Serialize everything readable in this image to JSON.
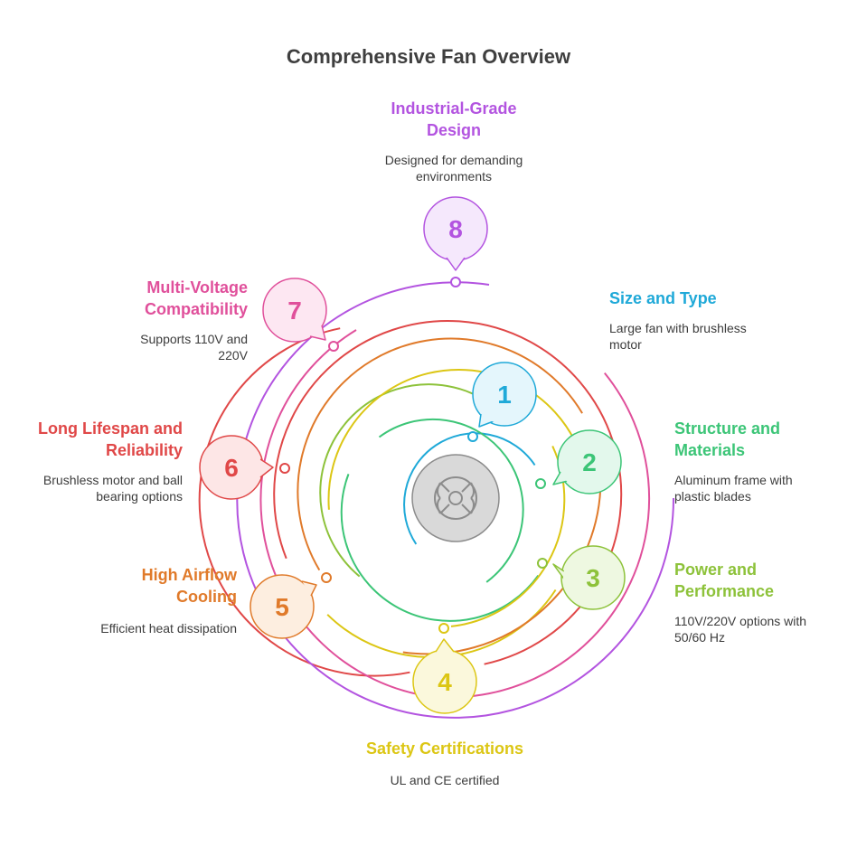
{
  "title": "Comprehensive Fan Overview",
  "items": [
    {
      "number": "1",
      "title": "Size and Type",
      "description": "Large fan with brushless motor",
      "color": "#1fa9d8",
      "fill": "#e4f6fc"
    },
    {
      "number": "2",
      "title": "Structure and Materials",
      "description": "Aluminum frame with plastic blades",
      "color": "#3cc577",
      "fill": "#e3f8ec"
    },
    {
      "number": "3",
      "title": "Power and Performance",
      "description": "110V/220V options with 50/60 Hz",
      "color": "#8dc23a",
      "fill": "#eef8e1"
    },
    {
      "number": "4",
      "title": "Safety Certifications",
      "description": "UL and CE certified",
      "color": "#dcc614",
      "fill": "#fbf8dc"
    },
    {
      "number": "5",
      "title": "High Airflow Cooling",
      "description": "Efficient heat dissipation",
      "color": "#e07a2a",
      "fill": "#fdeee0"
    },
    {
      "number": "6",
      "title": "Long Lifespan and Reliability",
      "description": "Brushless motor and ball bearing options",
      "color": "#e04848",
      "fill": "#fde6e6"
    },
    {
      "number": "7",
      "title": "Multi-Voltage Compatibility",
      "description": "Supports 110V and 220V",
      "color": "#e0509b",
      "fill": "#fde7f2"
    },
    {
      "number": "8",
      "title": "Industrial-Grade Design",
      "description": "Designed for demanding environments",
      "color": "#b354e0",
      "fill": "#f5e8fc"
    }
  ],
  "center_icon": "fan-icon"
}
